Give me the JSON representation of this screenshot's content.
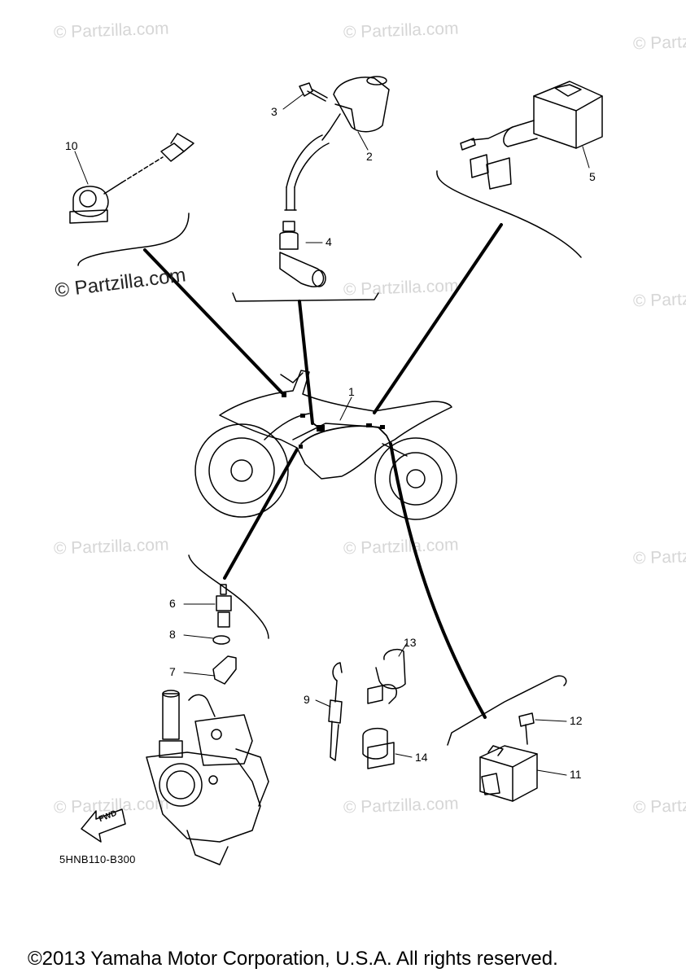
{
  "watermark": "© Partzilla.com",
  "main_watermark": "© Partzilla.com",
  "callouts": {
    "c1": "1",
    "c2": "2",
    "c3": "3",
    "c4": "4",
    "c5": "5",
    "c6": "6",
    "c7": "7",
    "c8": "8",
    "c9": "9",
    "c10": "10",
    "c11": "11",
    "c12": "12",
    "c13": "13",
    "c14": "14"
  },
  "fwd_label": "FWD",
  "diagram_code": "5HNB110-B300",
  "copyright": "©2013 Yamaha Motor Corporation, U.S.A. All rights reserved."
}
